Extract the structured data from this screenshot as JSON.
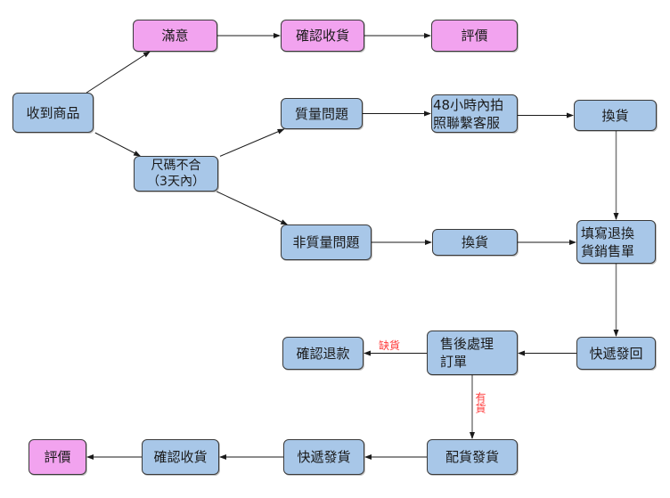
{
  "nodes": {
    "received": {
      "label": "收到商品",
      "color": "blue"
    },
    "satisfied": {
      "label": "滿意",
      "color": "pink"
    },
    "confirm_receipt_top": {
      "label": "確認收貨",
      "color": "pink"
    },
    "review_top": {
      "label": "評價",
      "color": "pink"
    },
    "size_mismatch": {
      "label": "尺碼不合\n（3天內）",
      "color": "blue"
    },
    "quality_issue": {
      "label": "質量問題",
      "color": "blue"
    },
    "photo_contact": {
      "label": "48小時內拍\n照聯繫客服",
      "color": "blue"
    },
    "exchange_1": {
      "label": "換貨",
      "color": "blue"
    },
    "non_quality_issue": {
      "label": "非質量問題",
      "color": "blue"
    },
    "exchange_2": {
      "label": "換貨",
      "color": "blue"
    },
    "fill_form": {
      "label": "填寫退換\n貨銷售單",
      "color": "blue"
    },
    "express_return": {
      "label": "快遞發回",
      "color": "blue"
    },
    "after_sales": {
      "label": "售後處理\n訂單",
      "color": "blue"
    },
    "confirm_refund": {
      "label": "確認退款",
      "color": "blue"
    },
    "allocate_ship": {
      "label": "配貨發貨",
      "color": "blue"
    },
    "express_ship": {
      "label": "快遞發貨",
      "color": "blue"
    },
    "confirm_receipt_bottom": {
      "label": "確認收貨",
      "color": "blue"
    },
    "review_bottom": {
      "label": "評價",
      "color": "pink"
    }
  },
  "edges": [
    {
      "from": "received",
      "to": "satisfied"
    },
    {
      "from": "received",
      "to": "size_mismatch"
    },
    {
      "from": "satisfied",
      "to": "confirm_receipt_top"
    },
    {
      "from": "confirm_receipt_top",
      "to": "review_top"
    },
    {
      "from": "size_mismatch",
      "to": "quality_issue"
    },
    {
      "from": "size_mismatch",
      "to": "non_quality_issue"
    },
    {
      "from": "quality_issue",
      "to": "photo_contact"
    },
    {
      "from": "photo_contact",
      "to": "exchange_1"
    },
    {
      "from": "exchange_1",
      "to": "fill_form"
    },
    {
      "from": "non_quality_issue",
      "to": "exchange_2"
    },
    {
      "from": "exchange_2",
      "to": "fill_form"
    },
    {
      "from": "fill_form",
      "to": "express_return"
    },
    {
      "from": "express_return",
      "to": "after_sales"
    },
    {
      "from": "after_sales",
      "to": "confirm_refund",
      "label": "缺貨"
    },
    {
      "from": "after_sales",
      "to": "allocate_ship",
      "label": "有貨"
    },
    {
      "from": "allocate_ship",
      "to": "express_ship"
    },
    {
      "from": "express_ship",
      "to": "confirm_receipt_bottom"
    },
    {
      "from": "confirm_receipt_bottom",
      "to": "review_bottom"
    }
  ],
  "edge_labels": {
    "out_of_stock": "缺貨",
    "in_stock": "有貨"
  },
  "colors": {
    "blue": "#a8c7e8",
    "pink": "#f2a3ef",
    "border": "#3a3a3a",
    "edge": "#1a1a1a",
    "edge_label": "#ff3b3b"
  }
}
